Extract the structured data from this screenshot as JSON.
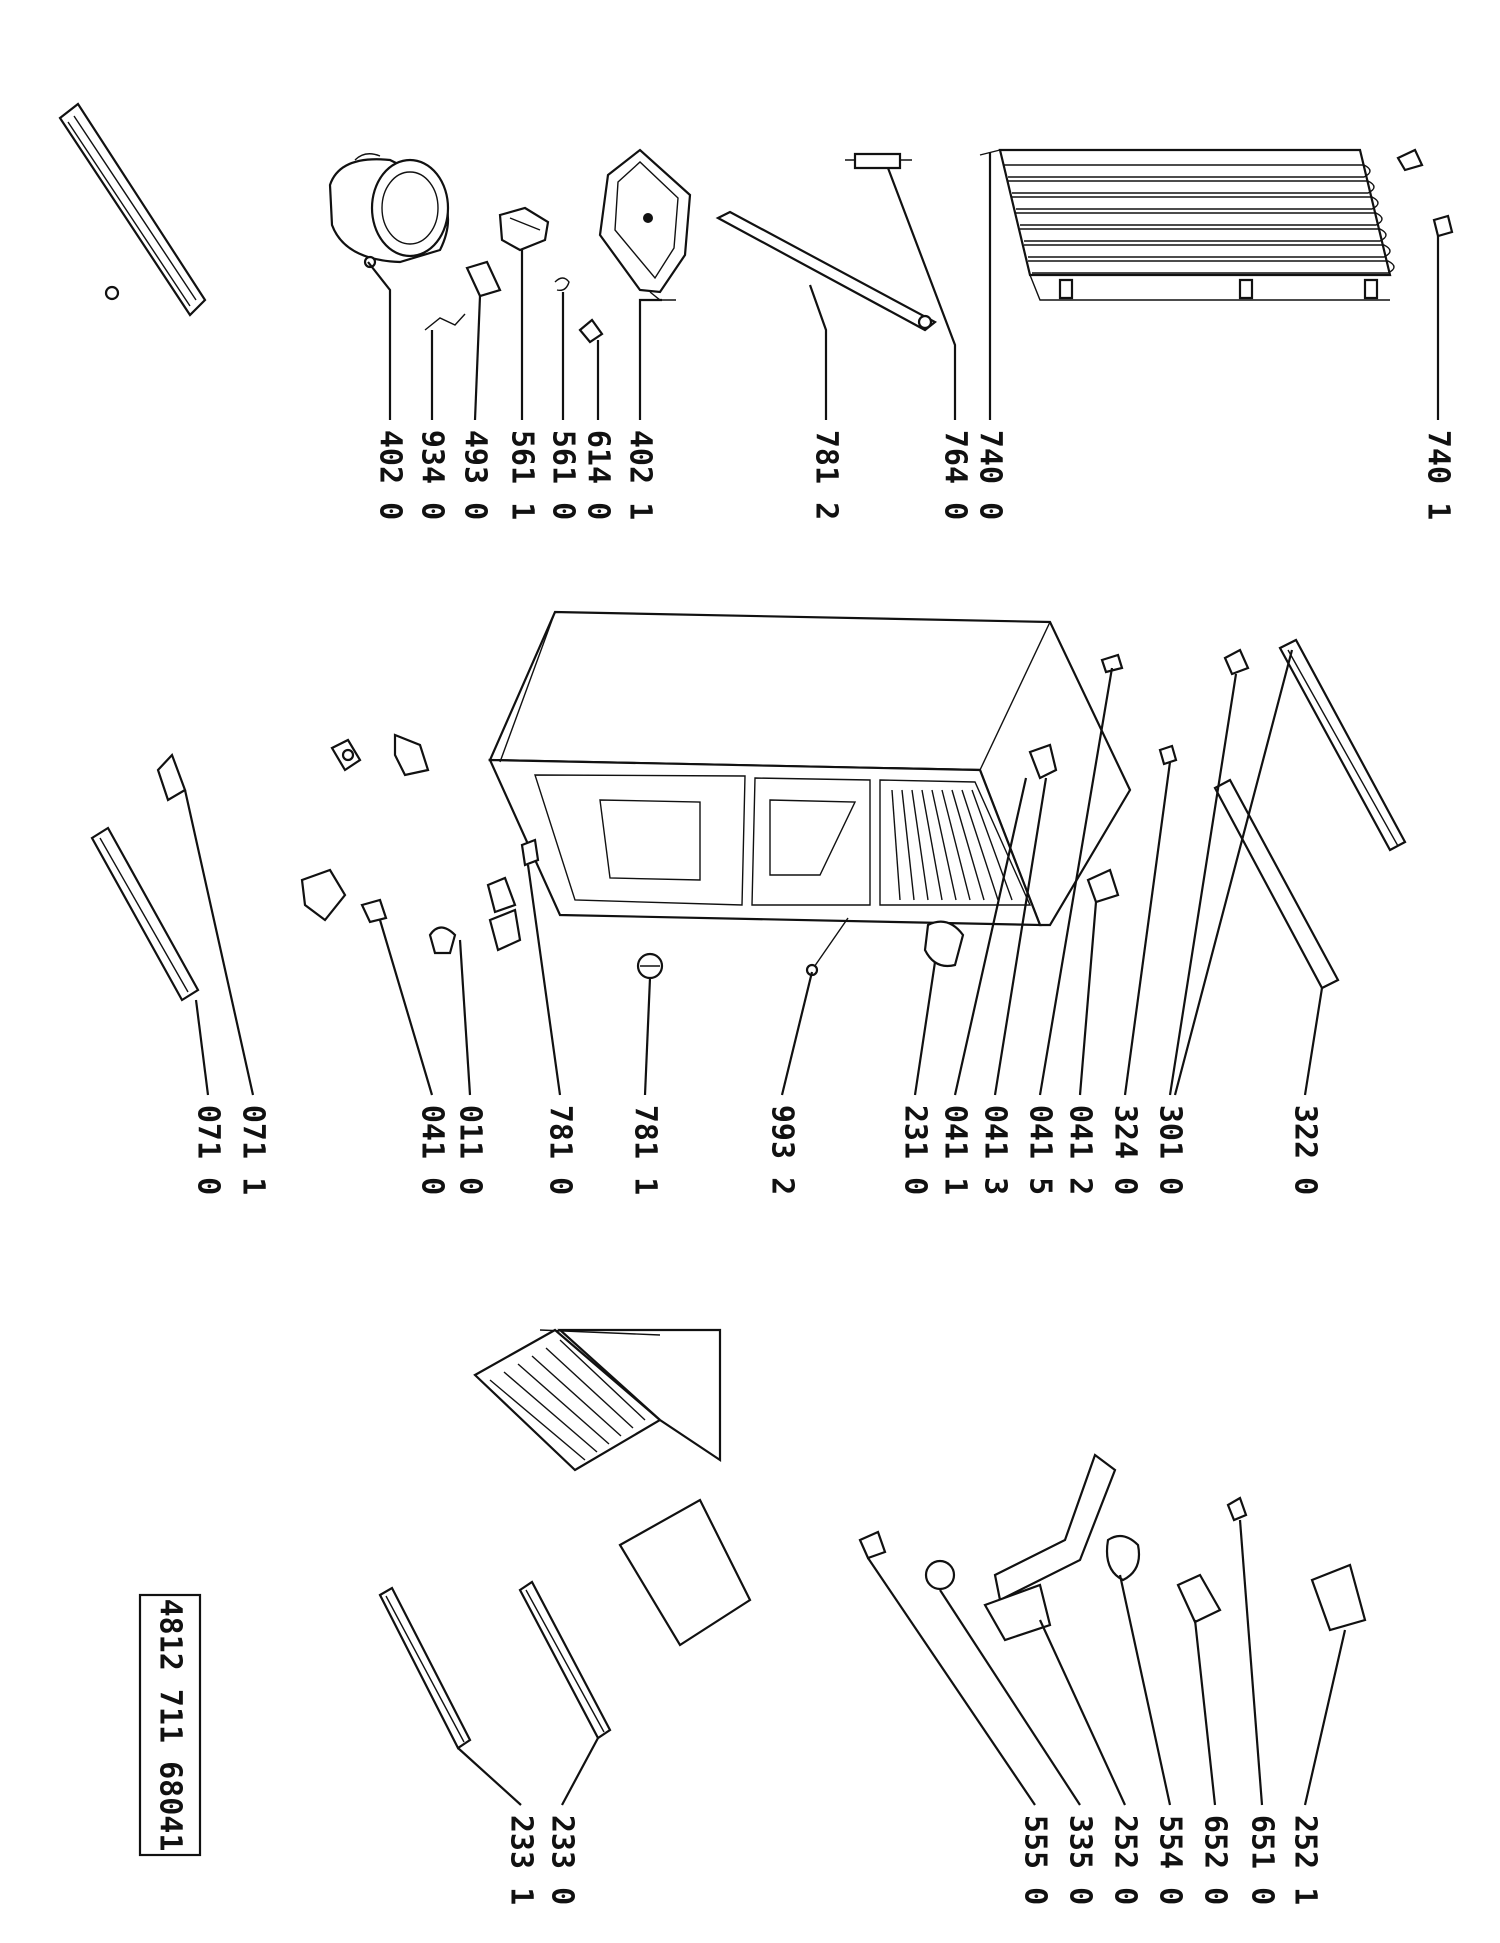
{
  "document_number": "4812 711 68041",
  "callouts": [
    {
      "id": "c4020",
      "text": "402 0"
    },
    {
      "id": "c9340",
      "text": "934 0"
    },
    {
      "id": "c4930",
      "text": "493 0"
    },
    {
      "id": "c5611",
      "text": "561 1"
    },
    {
      "id": "c5610",
      "text": "561 0"
    },
    {
      "id": "c6140",
      "text": "614 0"
    },
    {
      "id": "c4021",
      "text": "402 1"
    },
    {
      "id": "c7812",
      "text": "781 2"
    },
    {
      "id": "c7640",
      "text": "764 0"
    },
    {
      "id": "c7400",
      "text": "740 0"
    },
    {
      "id": "c7401",
      "text": "740 1"
    },
    {
      "id": "c0711",
      "text": "071 1"
    },
    {
      "id": "c0710",
      "text": "071 0"
    },
    {
      "id": "c0410",
      "text": "041 0"
    },
    {
      "id": "c0110",
      "text": "011 0"
    },
    {
      "id": "c7810",
      "text": "781 0"
    },
    {
      "id": "c7811",
      "text": "781 1"
    },
    {
      "id": "c9932",
      "text": "993 2"
    },
    {
      "id": "c2310",
      "text": "231 0"
    },
    {
      "id": "c0411",
      "text": "041 1"
    },
    {
      "id": "c0413",
      "text": "041 3"
    },
    {
      "id": "c0415",
      "text": "041 5"
    },
    {
      "id": "c0412",
      "text": "041 2"
    },
    {
      "id": "c3240",
      "text": "324 0"
    },
    {
      "id": "c3010",
      "text": "301 0"
    },
    {
      "id": "c3220",
      "text": "322 0"
    },
    {
      "id": "c2330",
      "text": "233 0"
    },
    {
      "id": "c2331",
      "text": "233 1"
    },
    {
      "id": "c5550",
      "text": "555 0"
    },
    {
      "id": "c3350",
      "text": "335 0"
    },
    {
      "id": "c2520",
      "text": "252 0"
    },
    {
      "id": "c5540",
      "text": "554 0"
    },
    {
      "id": "c6520",
      "text": "652 0"
    },
    {
      "id": "c6510",
      "text": "651 0"
    },
    {
      "id": "c2521",
      "text": "252 1"
    }
  ]
}
